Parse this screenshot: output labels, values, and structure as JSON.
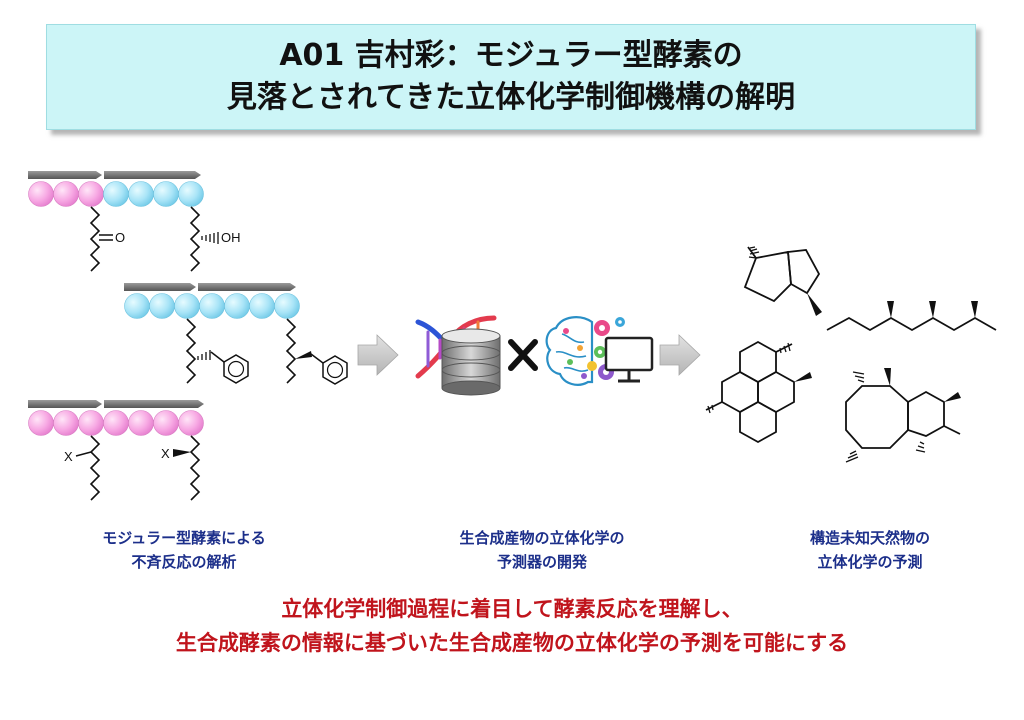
{
  "title": {
    "line1": "A01 吉村彩：モジュラー型酵素の",
    "line2": "見落とされてきた立体化学制御機構の解明"
  },
  "structure_labels": {
    "ketone": "O",
    "alcohol": "OH",
    "x_left": "X",
    "x_right": "X"
  },
  "captions": {
    "left": [
      "モジュラー型酵素による",
      "不斉反応の解析"
    ],
    "middle": [
      "生合成産物の立体化学の",
      "予測器の開発"
    ],
    "right": [
      "構造未知天然物の",
      "立体化学の予測"
    ]
  },
  "conclusion": {
    "line1": "立体化学制御過程に着目して酵素反応を理解し、",
    "line2": "生合成酵素の情報に基づいた生合成産物の立体化学の予測を可能にする"
  },
  "colors": {
    "title_bg": "#ccf5f7",
    "pink_bead": "#f7a8e3",
    "blue_bead": "#a8e4f7",
    "caption": "#1c2f8a",
    "conclusion": "#c0141c"
  },
  "icons": [
    "dna-database-icon",
    "multiply-icon",
    "brain-computer-icon"
  ]
}
